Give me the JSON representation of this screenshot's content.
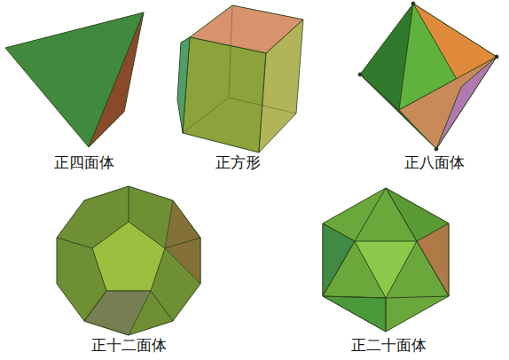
{
  "diagram": {
    "labels": [
      "正四面体",
      "正方形",
      "正八面体",
      "正十二面体",
      "正二十面体"
    ]
  }
}
